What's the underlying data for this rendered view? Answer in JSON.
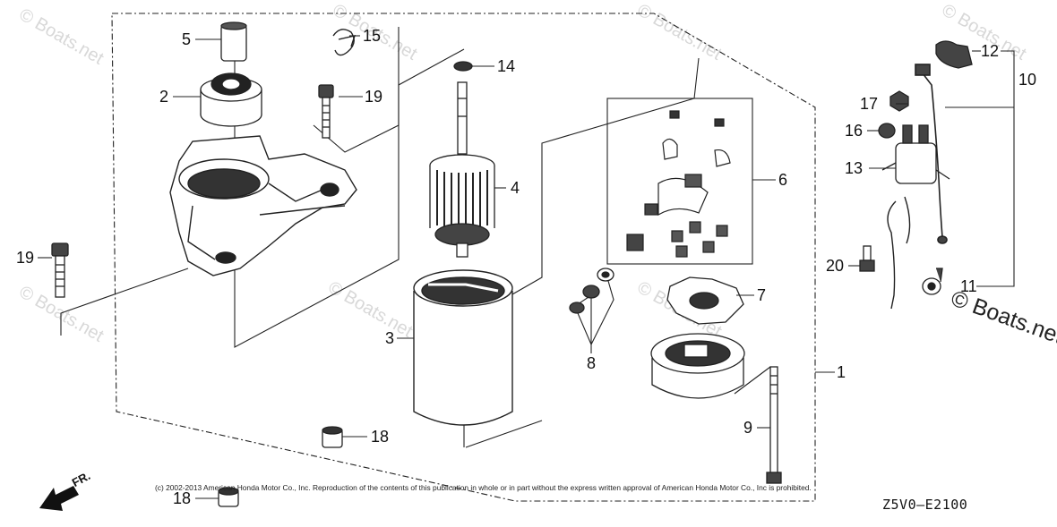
{
  "callouts": {
    "c1": "1",
    "c2": "2",
    "c3": "3",
    "c4": "4",
    "c5": "5",
    "c6": "6",
    "c7": "7",
    "c8": "8",
    "c9": "9",
    "c10": "10",
    "c11": "11",
    "c12": "12",
    "c13": "13",
    "c14": "14",
    "c15": "15",
    "c16": "16",
    "c17": "17",
    "c18a": "18",
    "c18b": "18",
    "c19a": "19",
    "c19b": "19",
    "c20": "20"
  },
  "watermark": "© Boats.net",
  "brand_text": "© Boats.net",
  "direction_label": "FR.",
  "copyright": "(c) 2002-2013 American Honda Motor Co., Inc. Reproduction of the contents of this publication in whole or in part without the express written approval of American Honda Motor Co., Inc is prohibited.",
  "diagram_code": "Z5V0—E2100"
}
